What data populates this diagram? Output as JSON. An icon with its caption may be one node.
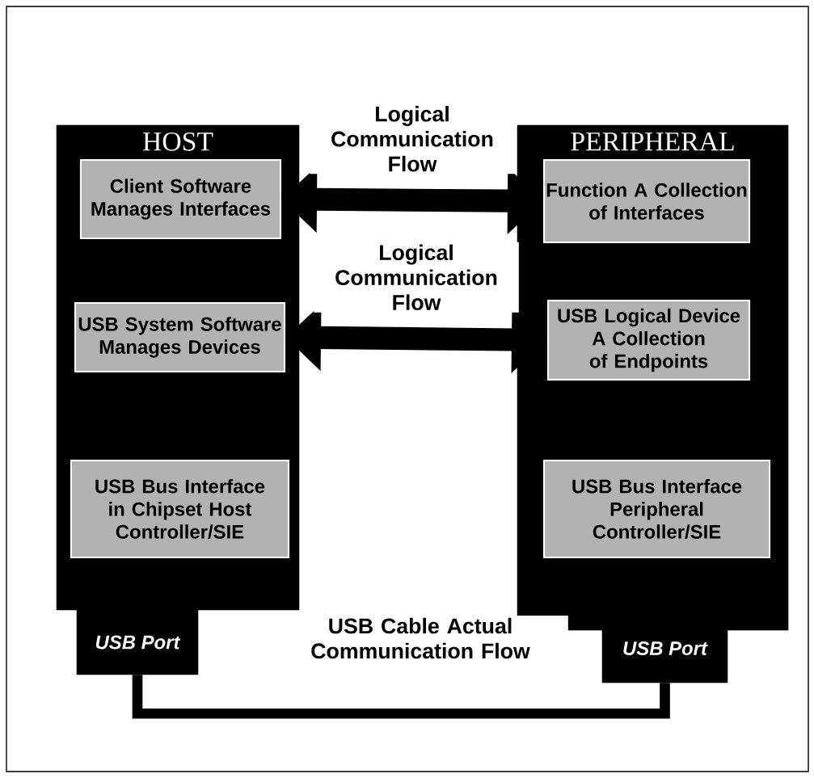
{
  "diagram": {
    "nodes": [
      {
        "text": [
          "HOST"
        ]
      },
      {
        "text": [
          "Client Software Manages Interfaces"
        ],
        "in": 0
      },
      {
        "text": [
          "USB System Software Manages Devices"
        ],
        "in": 0
      },
      {
        "text": [
          "USB Bus Interface in Chipset Host Controller/SIE"
        ],
        "in": 0
      },
      {
        "text": [
          "PERIPHERAL"
        ]
      },
      {
        "text": [
          "Function A Collection of Interfaces"
        ],
        "in": 4
      },
      {
        "text": [
          "USB Logical Device A Collection of Endpoints"
        ],
        "in": 4
      },
      {
        "text": [
          "USB Bus Interface Peripheral Controller/SIE"
        ],
        "in": 4
      },
      {
        "text": [
          "USB Port"
        ]
      },
      {
        "text": [
          "USB Port"
        ]
      }
    ],
    "edges": [
      {
        "from": 1,
        "to": 5,
        "arrow": "both",
        "label": "Logical Communication Flow"
      },
      {
        "from": 2,
        "to": 6,
        "arrow": "both",
        "label": "Logical Communication Flow"
      },
      {
        "from": 8,
        "to": 9,
        "arrow": "none",
        "label": "USB Cable Actual Communication Flow"
      }
    ]
  }
}
